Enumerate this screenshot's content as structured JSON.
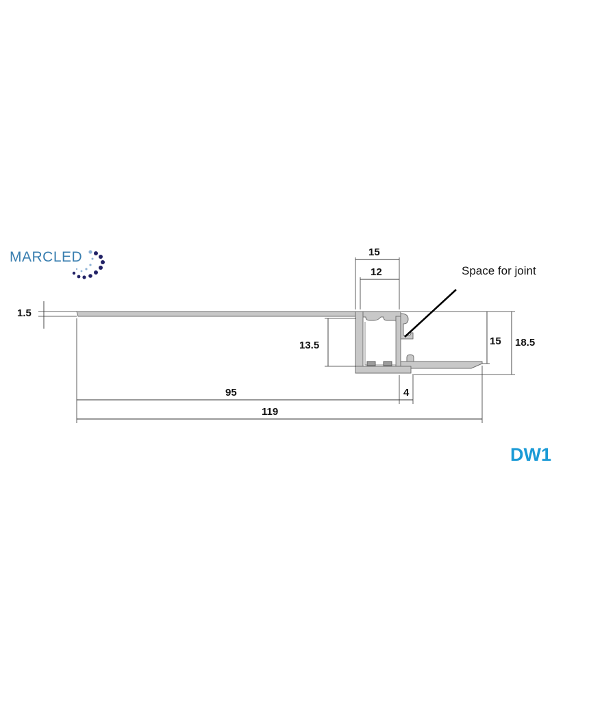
{
  "logo": {
    "text_marc": "MARC",
    "text_led": "LED",
    "text_color": "#3a7fb0",
    "dot_color": "#222266",
    "dot_light_color": "#8fb3d6"
  },
  "annotation": {
    "label": "Space for joint"
  },
  "product_code": {
    "label": "DW1",
    "color": "#1a9ad6"
  },
  "dimensions": {
    "top_width_outer": "15",
    "top_width_inner": "12",
    "thickness": "1.5",
    "channel_depth": "13.5",
    "right_height_inner": "15",
    "right_height_outer": "18.5",
    "left_flange": "95",
    "right_offset": "4",
    "total_width": "119"
  }
}
